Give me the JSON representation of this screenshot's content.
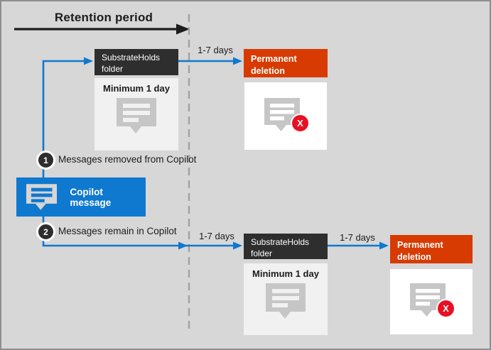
{
  "header": {
    "title": "Retention period"
  },
  "steps": [
    {
      "number": "1",
      "label": "Messages removed from Copilot"
    },
    {
      "number": "2",
      "label": "Messages remain in Copilot"
    }
  ],
  "copilot": {
    "label": "Copilot message"
  },
  "row1": {
    "substrate": {
      "title": "SubstrateHolds folder",
      "caption": "Minimum 1 day"
    },
    "days": "1-7 days",
    "deletion": {
      "title": "Permanent deletion",
      "badge": "X"
    }
  },
  "row2": {
    "days_before": "1-7 days",
    "substrate": {
      "title": "SubstrateHolds folder",
      "caption": "Minimum 1 day"
    },
    "days_after": "1-7 days",
    "deletion": {
      "title": "Permanent deletion",
      "badge": "X"
    }
  },
  "colors": {
    "accent_blue": "#0f78cf",
    "deletion_orange": "#d83b01",
    "box_dark": "#2e2e2e",
    "error_red": "#e81123",
    "icon_gray": "#c6c6c6",
    "dashed_gray": "#a2a2a2",
    "background_gray": "#d7d7d7"
  }
}
